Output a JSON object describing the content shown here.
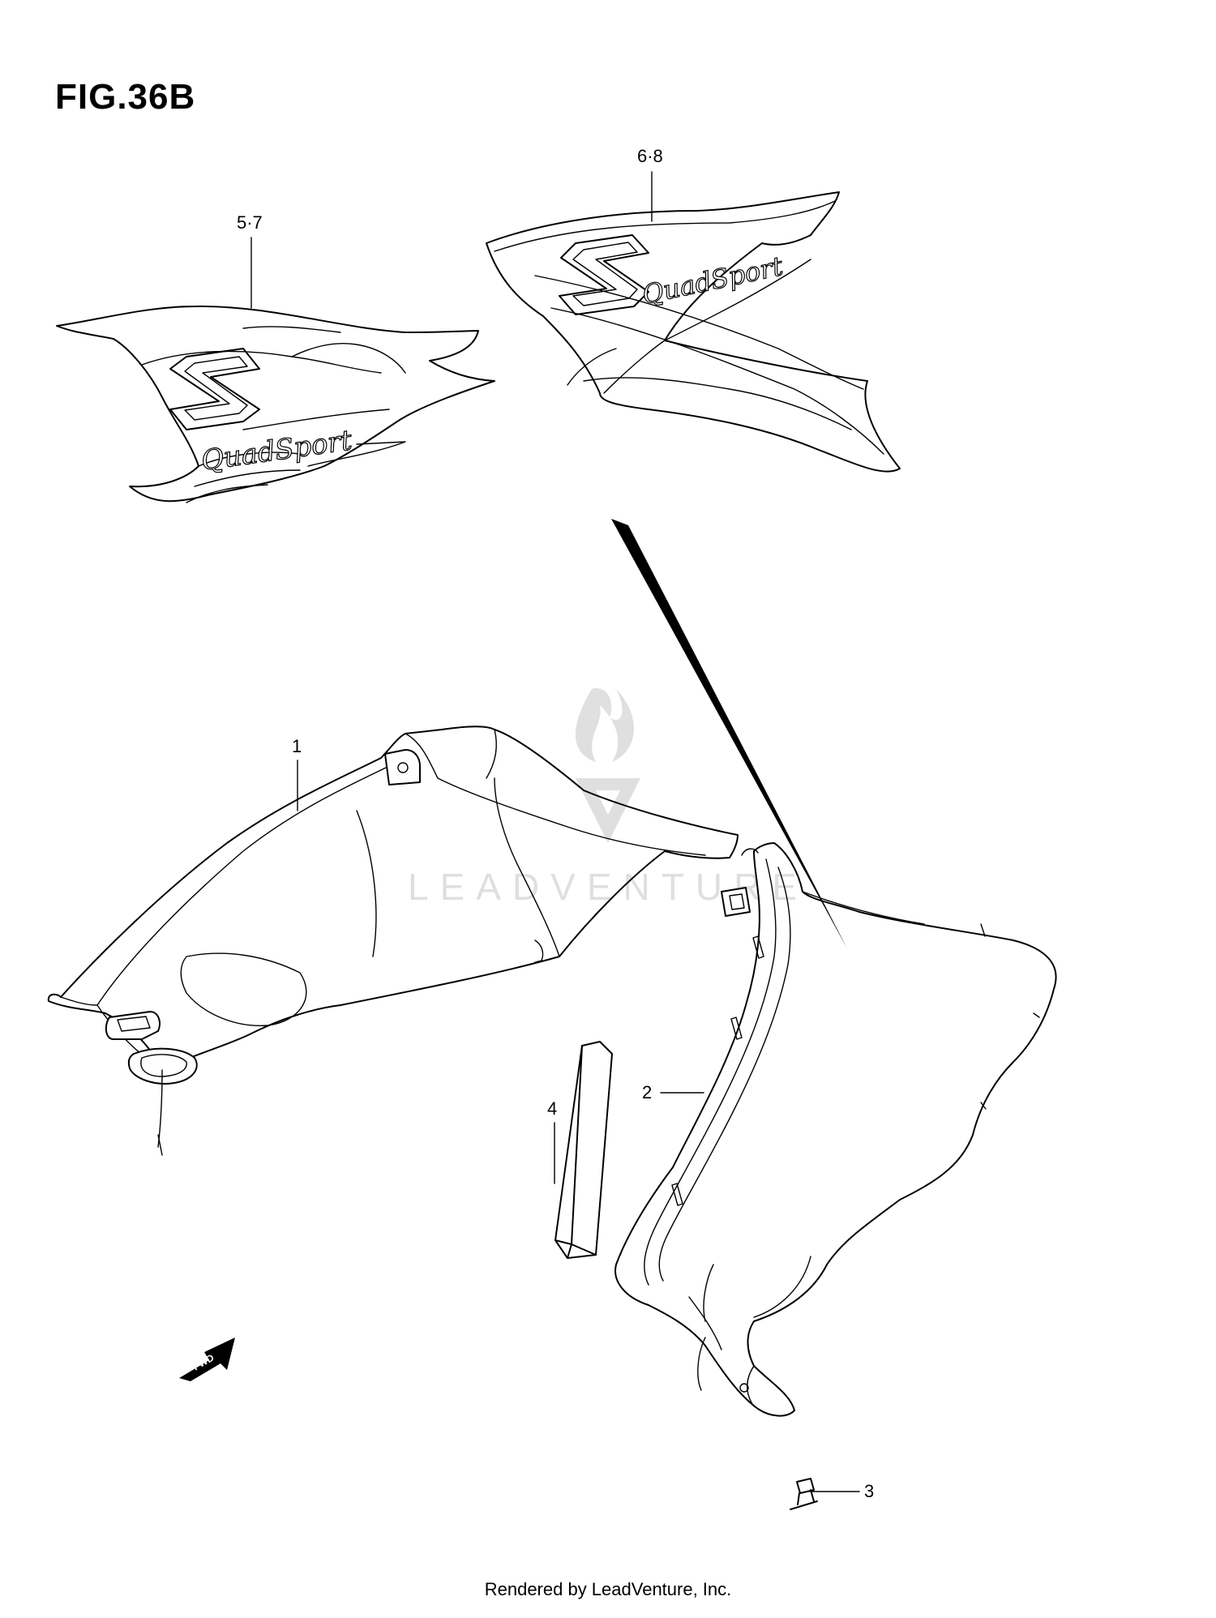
{
  "figure": {
    "title": "FIG.36B"
  },
  "callouts": {
    "p57": "5·7",
    "p68": "6·8",
    "p1": "1",
    "p2": "2",
    "p3": "3",
    "p4": "4"
  },
  "decal_text": {
    "model": "QuadSport",
    "logo_letter": "S"
  },
  "fwd_arrow": {
    "label": "FWD"
  },
  "watermark": {
    "text": "LEADVENTURE"
  },
  "footer": {
    "text": "Rendered by LeadVenture, Inc."
  }
}
